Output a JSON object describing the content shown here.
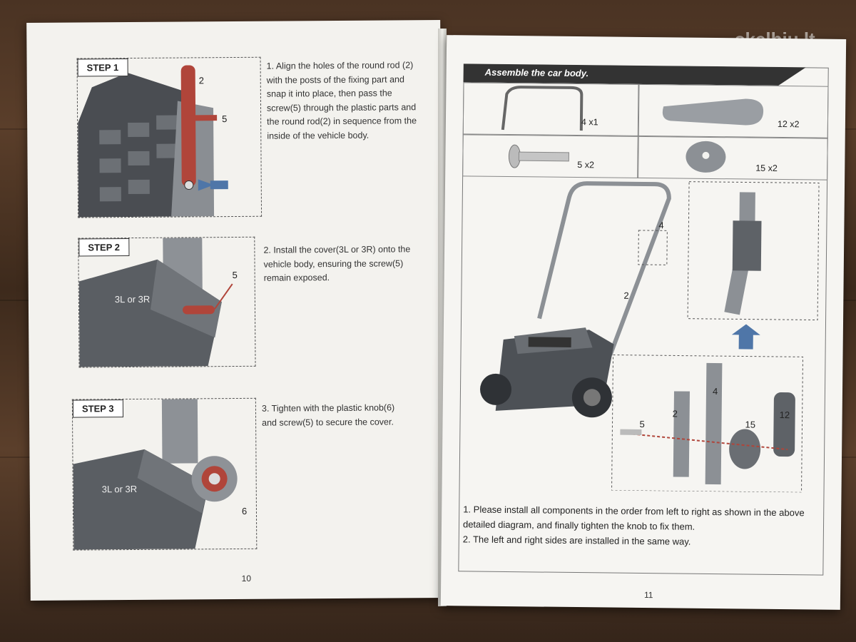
{
  "watermark": "skelbiu.lt",
  "left_page": {
    "page_number": "10",
    "steps": [
      {
        "label": "STEP 1",
        "instruction": "1. Align the holes of the round rod (2) with the posts of the fixing part and snap it into place, then pass the screw(5) through the plastic parts and the round rod(2) in sequence from the inside of the vehicle body.",
        "callouts": [
          "2",
          "5"
        ]
      },
      {
        "label": "STEP 2",
        "instruction": "2. Install the cover(3L or 3R) onto the vehicle body, ensuring the screw(5) remain exposed.",
        "callouts": [
          "5",
          "3L or 3R"
        ]
      },
      {
        "label": "STEP 3",
        "instruction": "3. Tighten with the plastic knob(6) and screw(5) to secure the cover.",
        "callouts": [
          "3L or 3R",
          "6"
        ]
      }
    ]
  },
  "right_page": {
    "page_number": "11",
    "banner": "Assemble the car body.",
    "parts": [
      {
        "qty": "4 x1"
      },
      {
        "qty": "12 x2"
      },
      {
        "qty": "5 x2"
      },
      {
        "qty": "15 x2"
      }
    ],
    "main_callouts": [
      "4",
      "2"
    ],
    "detail_callouts": [
      "5",
      "2",
      "4",
      "15",
      "12"
    ],
    "notes": [
      "1. Please install all components in the order from left to right as shown in the above detailed diagram, and finally tighten the knob to fix them.",
      "2. The left and right sides are installed in the same way."
    ]
  },
  "colors": {
    "rod": "#b0453a",
    "part": "#6f7378",
    "arrow": "#4f76a8"
  }
}
